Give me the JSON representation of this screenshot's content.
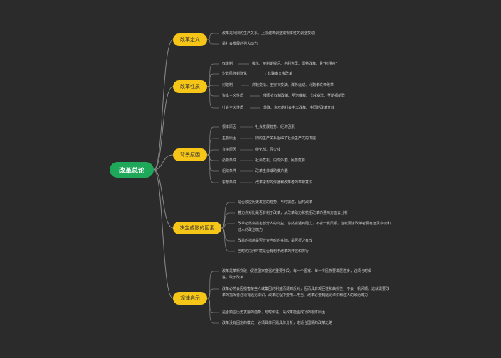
{
  "root": "改革总论",
  "branches": [
    {
      "label": "改革定义",
      "items": [
        "改革是对旧的生产关系、上层建筑调整或根本性的调整变动",
        "是社会发展的强大动力"
      ]
    },
    {
      "label": "改革性质",
      "items": [
        {
          "label": "奴隶制",
          "detail": "梭伦、买利斯提尼、伯利克里、雷特改革、鲁“初税亩”"
        },
        {
          "label": "少数民族封建化",
          "detail": "北魏孝文帝改革"
        },
        {
          "label": "封建制",
          "detail": "商鞅变法、王安石变法、洋务运动、北魏孝文帝改革"
        },
        {
          "label": "资本主义性质",
          "detail": "俄国农奴制改革、明治维新、戊戌变法、罗斯福新政"
        },
        {
          "label": "社会主义性质",
          "detail": "苏联、东欧的社会主义改革、中国的改革开放"
        }
      ]
    },
    {
      "label": "背景原因",
      "items": [
        {
          "label": "根本原因",
          "detail": "社会发展趋势、经济因素"
        },
        {
          "label": "主要原因",
          "detail": "旧的生产关系阻碍了社会生产力的发展"
        },
        {
          "label": "直接原因",
          "detail": "继化剂、导火线"
        },
        {
          "label": "必要条件",
          "detail": "社会危机、内忧外患、民族危机"
        },
        {
          "label": "组织条件",
          "detail": "改革主体或助推力量"
        },
        {
          "label": "思想条件",
          "detail": "改革思想的传播和改革者的革新意识"
        }
      ]
    },
    {
      "label": "决定成败的因素",
      "items": [
        "是否顺应历史发展的趋势，与时俱进，因时改革",
        "着力点对比是否有利于改革，从改革助力和抗拒改革力量两方面去分析",
        "改革必然会损害部分人的利益，必然会遇到阻力，不会一帆风顺，这就要求改革者要有远见卓识和过人的政治魄力",
        "改革的措施是否符合当时的实际，是否行之有效",
        "当时的内外环境是否有利于改革的开展和执行"
      ]
    },
    {
      "label": "规律启示",
      "items": [
        "改革是革新突破，促进国家富强的重要手段。每一个国家、每一个民族要发展进步，必须与时俱进，敢于改革",
        "改革必然会因损害某些人或集团的利益而遭到反对，因而具有艰巨性和曲折性，不会一帆风顺。这就需要改革的指挥者必须有远见卓识，改革过程中要用人用当，改革必要有远见卓识和过人的政治魄力",
        "是否顺应历史发展的趋势，与时俱进，是改革能否成功的根本原因",
        "改革没有固定的模式，必须具体问题具体分析，走适合国情的改革之路"
      ]
    }
  ],
  "colors": {
    "background": "#2b2b2b",
    "root": "#1fa85a",
    "branch": "#f5c518",
    "line": "#8a8a8a",
    "text": "#c9c9c9"
  }
}
